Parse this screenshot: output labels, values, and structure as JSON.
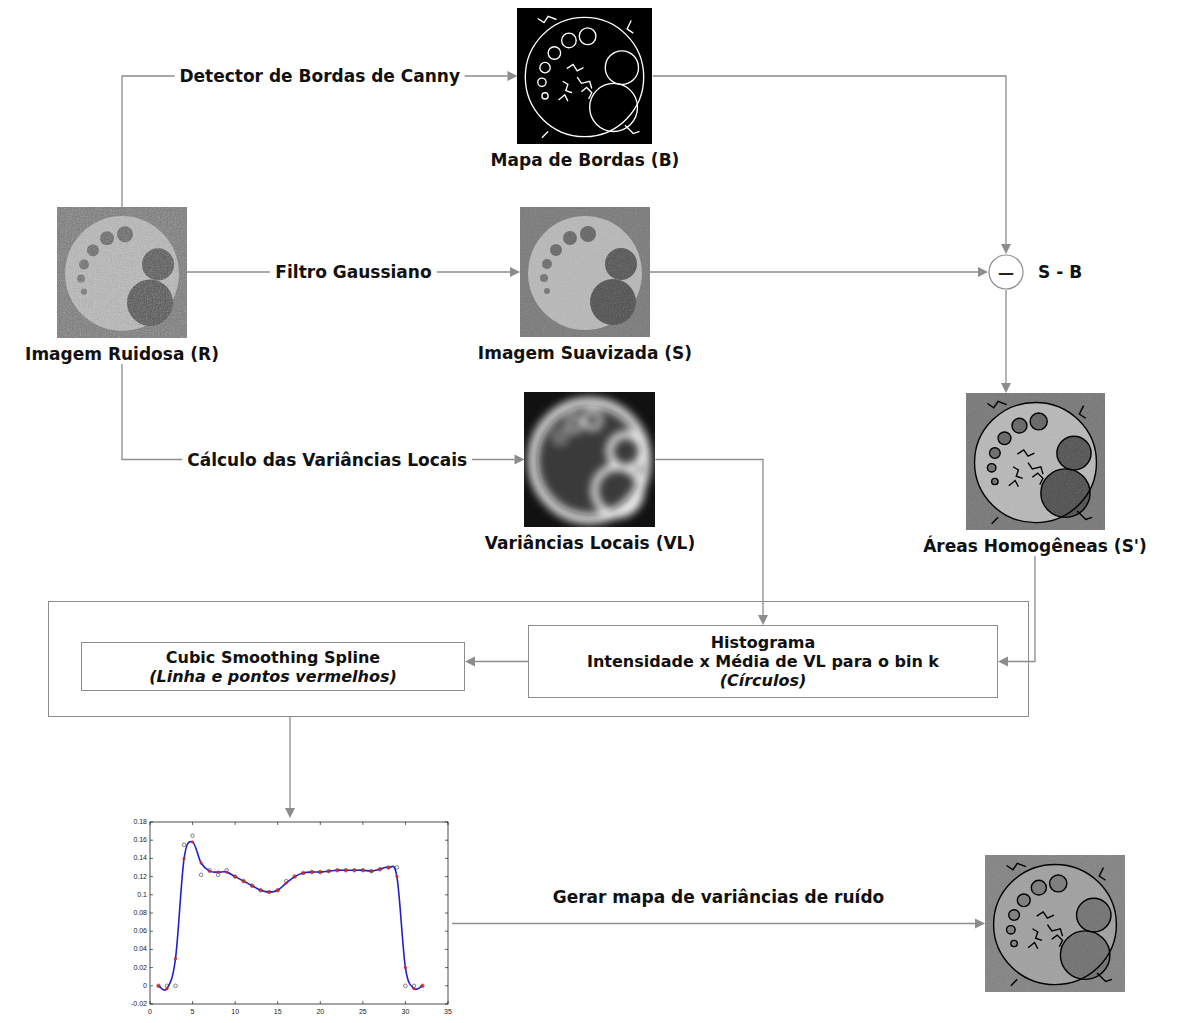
{
  "diagram": {
    "nodes": [
      {
        "text": [
          "Imagem Ruidosa (R)"
        ]
      },
      {
        "text": [
          "Mapa de Bordas (B)"
        ]
      },
      {
        "text": [
          "Imagem Suavizada (S)"
        ]
      },
      {
        "text": [
          "Variâncias Locais (VL)"
        ]
      },
      {
        "text": [
          "—",
          "S - B"
        ]
      },
      {
        "text": [
          "Áreas Homogêneas (S')"
        ]
      },
      {
        "text": []
      },
      {
        "text": [
          "Histograma",
          "Intensidade x Média de VL para o bin k",
          "(Círculos)"
        ],
        "in": 6
      },
      {
        "text": [
          "Cubic Smoothing Spline",
          "(Linha e pontos vermelhos)"
        ],
        "in": 6
      },
      {
        "text": [
          "0.18",
          "0.16",
          "0.14",
          "0.12",
          "0.1",
          "0.08",
          "0.06",
          "0.04",
          "0.02",
          "0",
          "-0.02",
          "0",
          "5",
          "10",
          "15",
          "20",
          "25",
          "30",
          "35"
        ]
      },
      {
        "text": []
      }
    ],
    "edges": [
      {
        "from": 0,
        "to": 1,
        "label": "Detector de Bordas de Canny",
        "arrow": "to"
      },
      {
        "from": 0,
        "to": 2,
        "label": "Filtro Gaussiano",
        "arrow": "to"
      },
      {
        "from": 0,
        "to": 3,
        "label": "Cálculo das Variâncias Locais",
        "arrow": "to"
      },
      {
        "from": 1,
        "to": 4,
        "arrow": "to"
      },
      {
        "from": 2,
        "to": 4,
        "arrow": "to"
      },
      {
        "from": 4,
        "to": 5,
        "arrow": "to"
      },
      {
        "from": 3,
        "to": 7,
        "arrow": "to"
      },
      {
        "from": 5,
        "to": 7,
        "arrow": "to"
      },
      {
        "from": 7,
        "to": 8,
        "arrow": "to"
      },
      {
        "from": 6,
        "to": 9,
        "arrow": "to"
      },
      {
        "from": 9,
        "to": 10,
        "label": "Gerar mapa de variâncias de ruído",
        "arrow": "to"
      }
    ]
  }
}
